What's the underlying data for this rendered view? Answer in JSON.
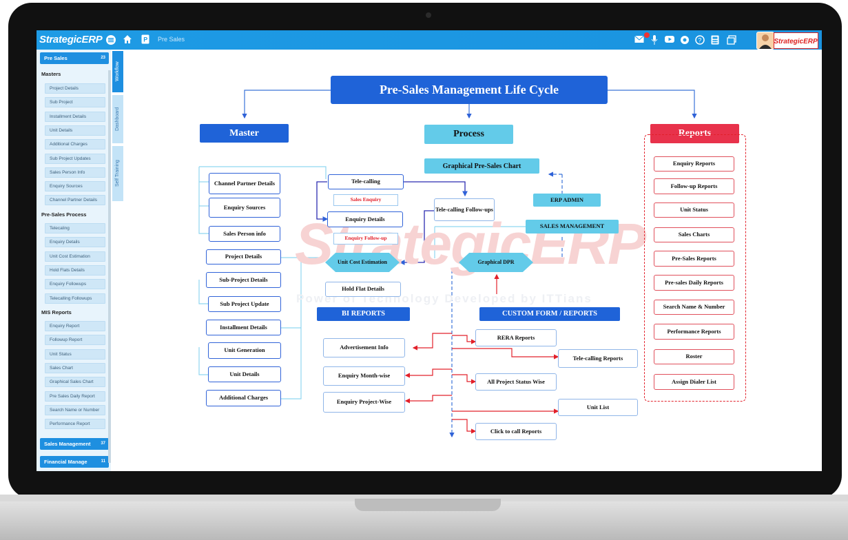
{
  "app": {
    "brand": "StrategicERP",
    "breadcrumb": "Pre Sales",
    "logo_text": "StrategicERP"
  },
  "colors": {
    "accent": "#1e9be5",
    "master": "#1f63d8",
    "process": "#63cbe9",
    "reports": "#e8324b"
  },
  "topbar_icons": [
    "menu-icon",
    "home-icon",
    "page-icon",
    "mail-icon",
    "mic-icon",
    "video-icon",
    "chat-icon",
    "help-icon",
    "calculator-icon",
    "window-icon"
  ],
  "sidebar": {
    "pre_sales": {
      "label": "Pre Sales",
      "count": "23"
    },
    "masters_title": "Masters",
    "masters": [
      "Project Details",
      "Sub Project",
      "Installment Details",
      "Unit Details",
      "Additional Charges",
      "Sub Project Updates",
      "Sales Person Info",
      "Enquiry Sources",
      "Channel Partner Details"
    ],
    "process_title": "Pre-Sales Process",
    "process": [
      "Telecaling",
      "Enquiry Details",
      "Unit Cost Estimation",
      "Hold Flats Details",
      "Enquiry Followups",
      "Telecalling Followups"
    ],
    "mis_title": "MIS Reports",
    "mis": [
      "Enquiry Report",
      "Followup Report",
      "Unit Status",
      "Sales Chart",
      "Graphical Sales Chart",
      "Pre Sales Daily Report",
      "Search Name or Number",
      "Performance Report"
    ],
    "sales_mgmt": {
      "label": "Sales Management",
      "count": "37"
    },
    "financial": {
      "label": "Financial Manage",
      "count": "11"
    },
    "vtabs": [
      "Workflow",
      "Dashboard",
      "Self Training"
    ]
  },
  "diagram": {
    "title": "Pre-Sales Management Life Cycle",
    "master": "Master",
    "process": "Process",
    "reports": "Reports",
    "master_items": [
      "Channel Partner Details",
      "Enquiry Sources",
      "Sales Person info",
      "Project Details",
      "Sub-Project Details",
      "Sub Project Update",
      "Installment Details",
      "Unit Generation",
      "Unit Details",
      "Additional Charges"
    ],
    "process_items": {
      "telecalling": "Tele-calling",
      "sales_enquiry": "Sales Enquiry",
      "enquiry_details": "Enquiry Details",
      "enquiry_followup": "Enquiry Follow-up",
      "telecalling_followups": "Tele-calling Follow-ups",
      "unit_cost": "Unit Cost Estimation",
      "hold_flat": "Hold Flat Details",
      "graphical_chart": "Graphical Pre-Sales Chart",
      "erp_admin": "ERP ADMIN",
      "sales_management": "SALES MANAGEMENT",
      "graphical_dpr": "Graphical DPR"
    },
    "bi_reports": "BI REPORTS",
    "bi_items": [
      "Advertisement Info",
      "Enquiry Month-wise",
      "Enquiry Project-Wise"
    ],
    "custom_reports": "CUSTOM FORM / REPORTS",
    "custom_items": [
      "RERA Reports",
      "Tele-calling Reports",
      "All Project Status Wise",
      "Unit List",
      "Click to call Reports"
    ],
    "report_items": [
      "Enquiry Reports",
      "Follow-up Reports",
      "Unit Status",
      "Sales Charts",
      "Pre-Sales Reports",
      "Pre-sales Daily Reports",
      "Search Name & Number",
      "Performance Reports",
      "Roster",
      "Assign Dialer List"
    ],
    "watermark": "StrategicERP",
    "watermark_sub": "Power of Technology Developed by ITTians"
  }
}
